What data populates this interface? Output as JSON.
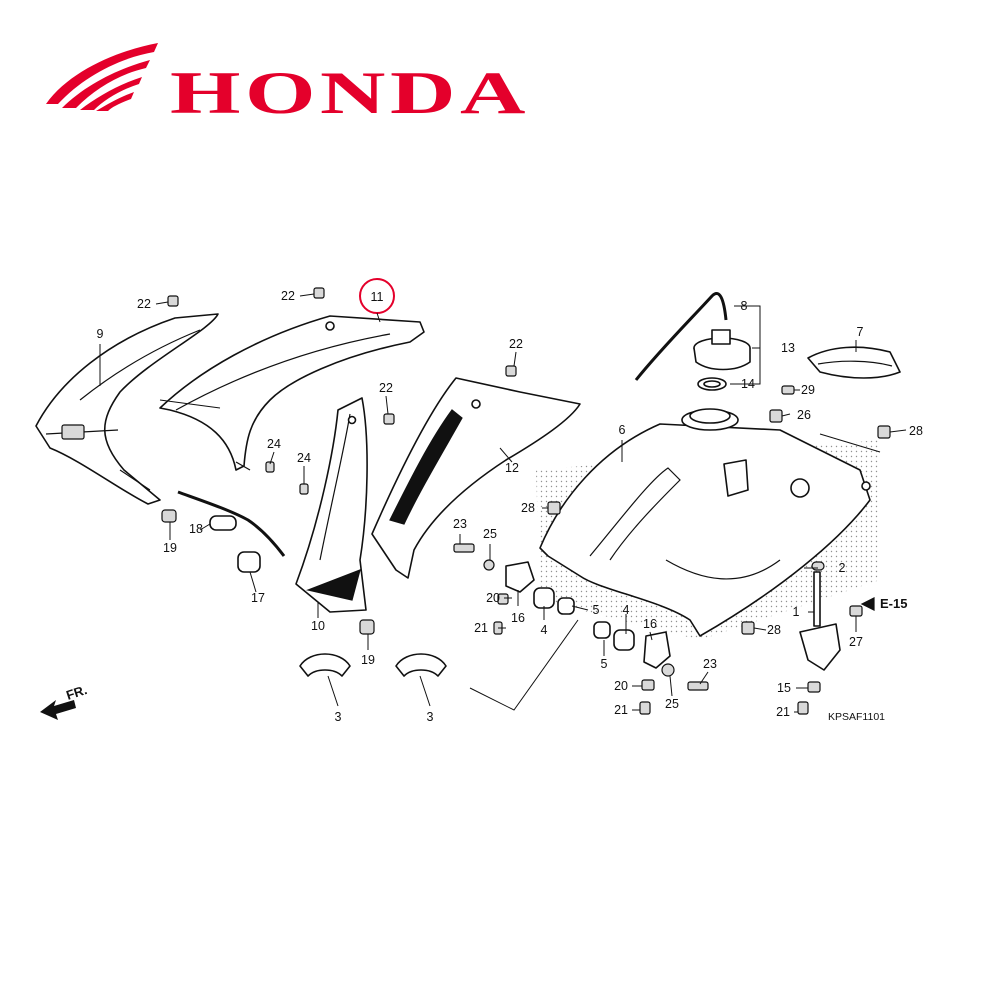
{
  "brand": {
    "wordmark": "HONDA",
    "color": "#e4002b",
    "logo_icon": "honda-wing-icon"
  },
  "diagram": {
    "code": "KPSAF1101",
    "reference": "E-15",
    "front_label": "FR.",
    "highlight": {
      "number": "11",
      "color": "#e4002b"
    },
    "callouts": [
      "1",
      "2",
      "3",
      "3",
      "4",
      "4",
      "5",
      "5",
      "6",
      "7",
      "8",
      "9",
      "10",
      "12",
      "13",
      "14",
      "15",
      "16",
      "16",
      "17",
      "18",
      "19",
      "19",
      "20",
      "20",
      "21",
      "21",
      "21",
      "22",
      "22",
      "22",
      "22",
      "23",
      "23",
      "24",
      "24",
      "25",
      "25",
      "26",
      "27",
      "28",
      "28",
      "28",
      "29"
    ]
  }
}
